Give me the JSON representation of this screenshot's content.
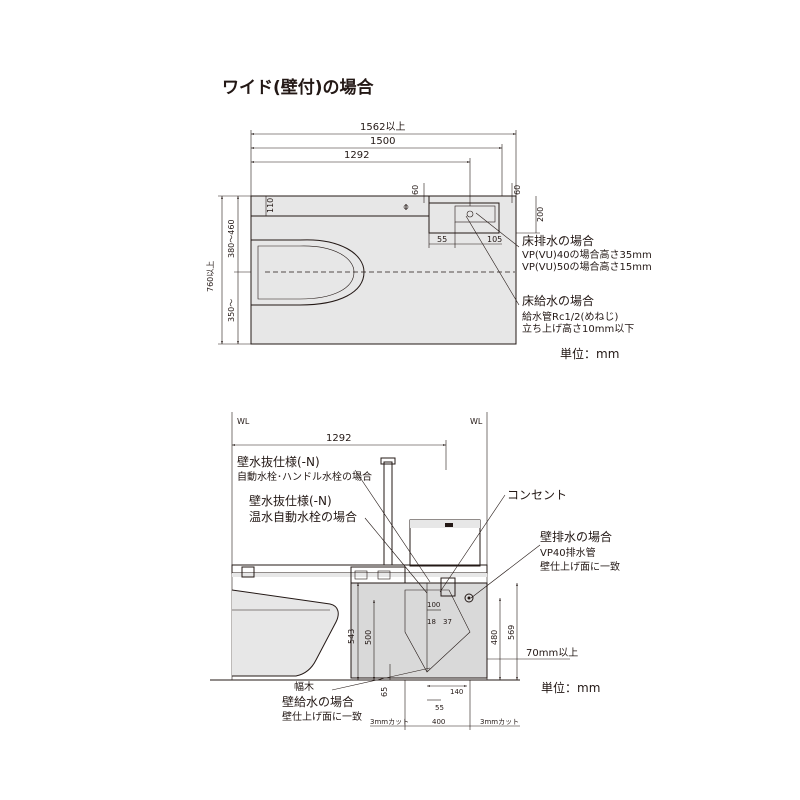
{
  "title": "ワイド(壁付)の場合",
  "plan": {
    "dim_1562": "1562以上",
    "dim_1500": "1500",
    "dim_1292": "1292",
    "dim_60a": "60",
    "dim_60b": "60",
    "dim_110": "110",
    "dim_200": "200",
    "dim_55": "55",
    "dim_105": "105",
    "dim_760": "760以上",
    "dim_380": "380～460",
    "dim_350": "350～",
    "floor_drain_title": "床排水の場合",
    "floor_drain_1": "VP(VU)40の場合高さ35mm",
    "floor_drain_2": "VP(VU)50の場合高さ15mm",
    "floor_supply_title": "床給水の場合",
    "floor_supply_1": "給水管Rc1/2(めねじ)",
    "floor_supply_2": "立ち上げ高さ10mm以下",
    "unit": "単位：mm"
  },
  "elev": {
    "wl_left": "WL",
    "wl_right": "WL",
    "dim_1292": "1292",
    "wall_n1_title": "壁水抜仕様(-N)",
    "wall_n1_sub": "自動水栓･ハンドル水栓の場合",
    "wall_n2_title": "壁水抜仕様(-N)",
    "wall_n2_sub": "温水自動水栓の場合",
    "outlet": "コンセント",
    "wall_drain_title": "壁排水の場合",
    "wall_drain_1": "VP40排水管",
    "wall_drain_2": "壁仕上げ面に一致",
    "dim_100": "100",
    "dim_18": "18",
    "dim_37": "37",
    "dim_543": "543",
    "dim_500": "500",
    "dim_65": "65",
    "dim_480": "480",
    "dim_569": "569",
    "dim_70": "70mm以上",
    "dim_140": "140",
    "dim_55": "55",
    "dim_400": "400",
    "cut_left": "3mmカット",
    "cut_right": "3mmカット",
    "baseboard": "幅木",
    "wall_supply_title": "壁給水の場合",
    "wall_supply_sub": "壁仕上げ面に一致",
    "unit": "単位：mm"
  }
}
